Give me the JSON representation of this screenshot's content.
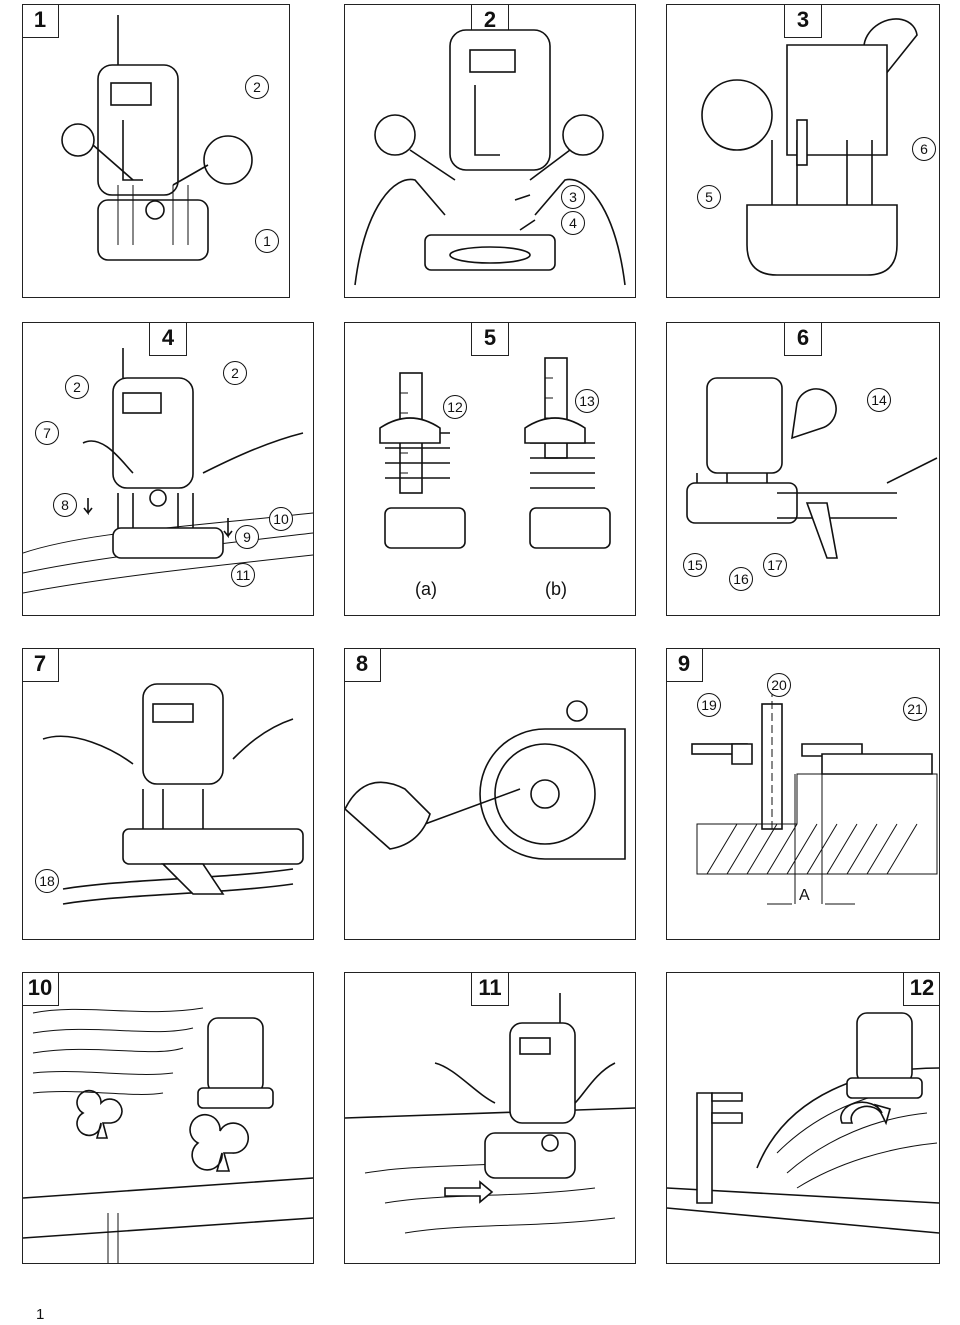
{
  "panels": [
    {
      "number": "1",
      "callouts": [
        "2",
        "1"
      ]
    },
    {
      "number": "2",
      "callouts": [
        "3",
        "4"
      ]
    },
    {
      "number": "3",
      "callouts": [
        "6",
        "5"
      ]
    },
    {
      "number": "4",
      "callouts": [
        "2",
        "2",
        "7",
        "8",
        "10",
        "9",
        "11"
      ]
    },
    {
      "number": "5",
      "callouts": [
        "12",
        "13"
      ],
      "labels": [
        "(a)",
        "(b)"
      ]
    },
    {
      "number": "6",
      "callouts": [
        "14",
        "15",
        "16",
        "17"
      ]
    },
    {
      "number": "7",
      "callouts": [
        "18"
      ]
    },
    {
      "number": "8",
      "callouts": []
    },
    {
      "number": "9",
      "callouts": [
        "20",
        "19",
        "21"
      ],
      "labels": [
        "A"
      ]
    },
    {
      "number": "10",
      "callouts": []
    },
    {
      "number": "11",
      "callouts": []
    },
    {
      "number": "12",
      "callouts": []
    }
  ],
  "page_number": "1"
}
